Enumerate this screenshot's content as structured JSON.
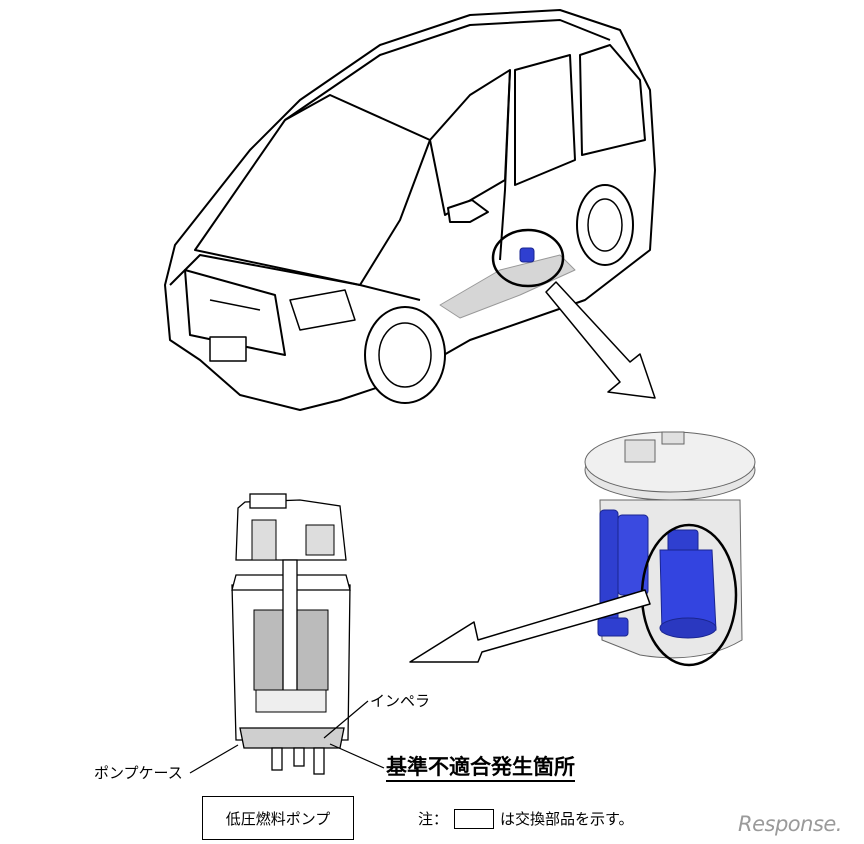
{
  "labels": {
    "impeller": "インペラ",
    "pump_case": "ポンプケース",
    "nonconformity_location": "基準不適合発生箇所",
    "part_name": "低圧燃料ポンプ",
    "note_prefix": "注：",
    "note_suffix": "は交換部品を示す。"
  },
  "watermark": "Response.",
  "colors": {
    "line": "#000000",
    "pump_blue": "#2f3fd0",
    "tank_gray": "#d6d6d6",
    "watermark": "#9a9a9a"
  }
}
